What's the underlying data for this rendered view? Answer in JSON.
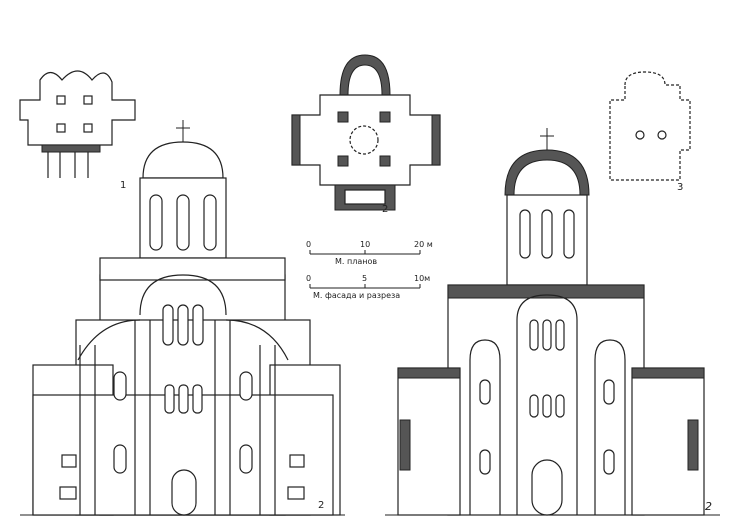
{
  "labels": {
    "plan1": "1",
    "plan2": "2",
    "plan3": "3",
    "facade": "2",
    "section": "2"
  },
  "scale_plans": {
    "ticks": [
      "0",
      "10",
      "20 м"
    ],
    "caption": "М. планов"
  },
  "scale_facade": {
    "ticks": [
      "0",
      "5",
      "10м"
    ],
    "caption": "М. фасада и разреза"
  }
}
